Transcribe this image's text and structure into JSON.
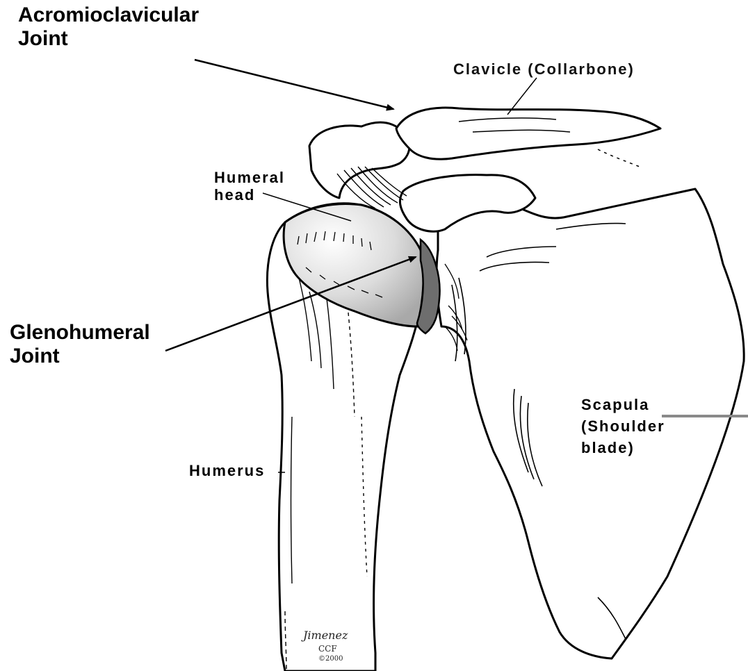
{
  "labels": {
    "acromioclavicular_line1": "Acromioclavicular",
    "acromioclavicular_line2": "Joint",
    "clavicle": "Clavicle (Collarbone)",
    "humeral_head_line1": "Humeral",
    "humeral_head_line2": "head",
    "glenohumeral_line1": "Glenohumeral",
    "glenohumeral_line2": "Joint",
    "scapula_line1": "Scapula",
    "scapula_line2": "(Shoulder",
    "scapula_line3": "blade)",
    "humerus": "Humerus"
  },
  "signature": {
    "name": "Jimenez",
    "org": "CCF",
    "year": "©2000"
  },
  "colors": {
    "ink": "#000000",
    "head_shade": "#cfcfcf",
    "cartilage": "#6e6e6e",
    "leader_gray": "#8a8a8a"
  }
}
